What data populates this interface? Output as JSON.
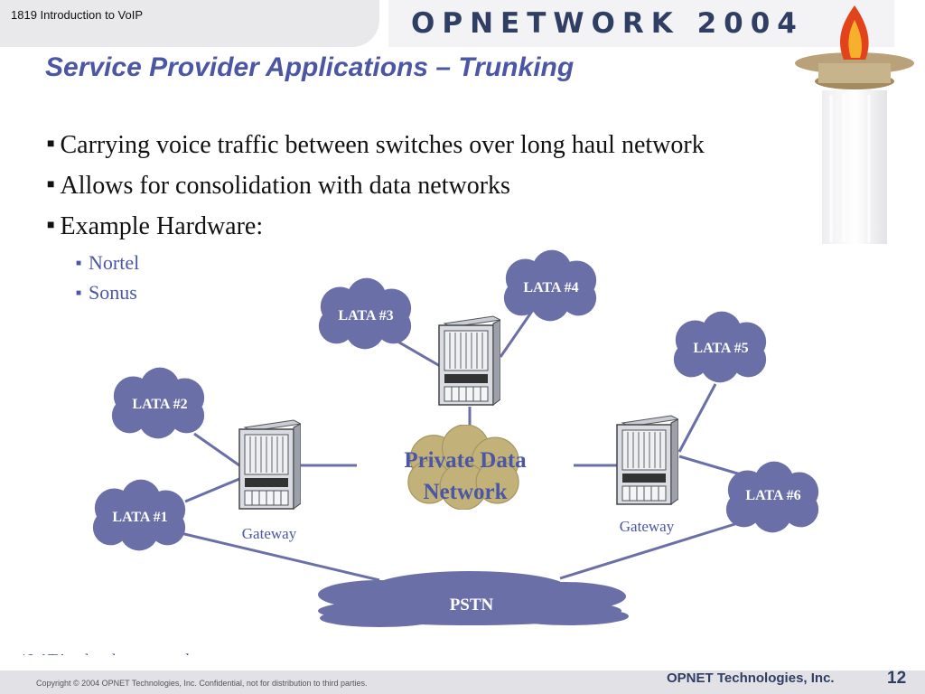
{
  "header": {
    "course": "1819 Introduction to VoIP",
    "banner": "OPNETWORK 2004"
  },
  "title": "Service Provider Applications – Trunking",
  "bullets": [
    "Carrying voice traffic between switches over long haul network",
    "Allows for consolidation with data networks",
    "Example Hardware:"
  ],
  "sub_bullets": [
    "Nortel",
    "Sonus"
  ],
  "diagram": {
    "clouds": {
      "lata1": "LATA #1",
      "lata2": "LATA #2",
      "lata3": "LATA #3",
      "lata4": "LATA #4",
      "lata5": "LATA #5",
      "lata6": "LATA #6",
      "private_line1": "Private Data",
      "private_line2": "Network",
      "pstn": "PSTN"
    },
    "gateway_left": "Gateway",
    "gateway_right": "Gateway"
  },
  "footnote": "*LATA = local access and transport area",
  "footer": {
    "copyright": "Copyright © 2004 OPNET Technologies, Inc.   Confidential, not for distribution to third parties.",
    "company": "OPNET Technologies, Inc.",
    "page": "12"
  },
  "colors": {
    "lata_cloud": "#6b6fa8",
    "private_cloud": "#c2b27a",
    "title": "#4b57a5",
    "link": "#6b6fa8"
  }
}
